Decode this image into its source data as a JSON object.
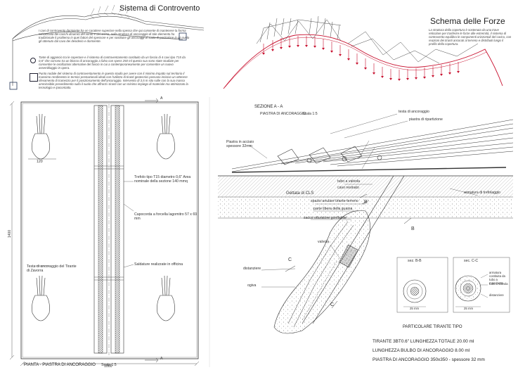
{
  "header_left": {
    "title": "Sistema di Controvento",
    "para1": "I cavi di controvento dormiente ha un carattere superiore nella spessa che qui consente di mantenere la forma schiacciata dei carichi dinamici del vento e del sisma, nella struttura di ancoraggio di tale elemento ha tradizionale il problema in quei fattori del spessore e per sostituire gli ancoraggi al suolo di particolare in un suolo gli ottenuto dal cavo dei desiderio e dormiente.",
    "para2": "Tante di aggancio tra le coperture e il sistema di controventamento costituito da un fascio di 4 cavi tipo T15 da 0,6\" che corrono tra un blocco di ancoraggio a falso con spess 250 ml questa sua sono state studiate per consentire le oscillazioni alternative del fascio in cui a contemporaneamente per consentire un nuovo assemblaggio in opera.",
    "para3": "Punto nodale del sistema di controventamento in questo studio per avere con il minimo impatto sul territorio il massimo rendimento in termini prestazionali ideali con l'utilizzo di tiranti geotecnici possano incisivo un ottenere rilevamento di tramezzo per il posizionamento dell'ancoraggio. Intervento di 3,5 m sito sulle con la sua massa ammissibile prevedimento sulla il suolo che affronti i tiranti con un minimo impiego di materiale ma ottimizzato la tecnologia e ipocontatto."
  },
  "header_right": {
    "title": "Schema delle Forze",
    "para": "La struttura della copertura è sostenuta da una trave reticolare per trasferire le forze alle estremità, il sistema di controvento equilibra le componenti orizzontali del carico, con reazioni dei tiranti ancorati al terreno e distribuiti lungo il profilo della copertura."
  },
  "plan": {
    "dim_120": "120",
    "dim_1400": "1400",
    "dim_1000": "1000",
    "section_mark_a": "A",
    "callout_trefolo": "Trefolo tipo T15 diametro 0,6\" Area nominale della sezione 140 mmq",
    "callout_capocorda": "Capocorda a forcella lagomitro 57 x 69 mm",
    "callout_saldature": "Saldature realizzate in officina",
    "callout_testa": "Testa di ancoraggio del Tirante di Zavorra",
    "caption": "PIANTA - PIASTRA DI ANCORAGGIO",
    "scale": "Scala 1:5"
  },
  "section": {
    "title": "SEZIONE A - A",
    "subtitle": "PIASTRA DI ANCORAGGIO",
    "scale": "Scala 1:5",
    "label_testa": "testa di ancoraggio",
    "label_piastra_ripartizione": "piastra di ripartizione",
    "label_piastra_accesso": "Piastra in acciaio spessore 32mm",
    "label_gettata": "Gettata di CLS",
    "label_tubo": "tubo a valvola",
    "label_cavo": "cavo resinato",
    "label_spazio": "spazio anulare tirante-terreno",
    "label_parte": "parte libera della guaina",
    "label_sacco": "sacco otturatore gonfiabile",
    "label_armatura": "armatura di trefolaggio",
    "label_b": "B",
    "label_c": "C"
  },
  "tirante": {
    "label_valvola": "valvola",
    "label_distanziere": "distanziere",
    "label_ogiva": "ogiva",
    "sec_bb": "sez. B-B",
    "sec_cc": "sec. C-C",
    "sec_cc_note1": "armatura costituita da tubo a manchette",
    "sec_cc_note2": "tubo a valvola",
    "sec_cc_note3": "distanziere",
    "dim_bb": "25 mm",
    "dim_cc": "25 mm",
    "caption": "PARTICOLARE TIRANTE TIPO",
    "spec1": "TIRANTE 3BT0.6\" LUNGHEZZA TOTALE 20.00 ml",
    "spec2": "LUNGHEZZA BULBO DI ANCORAGGIO 8.00 ml",
    "spec3": "PIASTRA DI ANCORAGGIO 350x350 - spessore 32 mm"
  },
  "colors": {
    "line": "#333333",
    "force": "#c8102e",
    "bullet": "#223355"
  }
}
